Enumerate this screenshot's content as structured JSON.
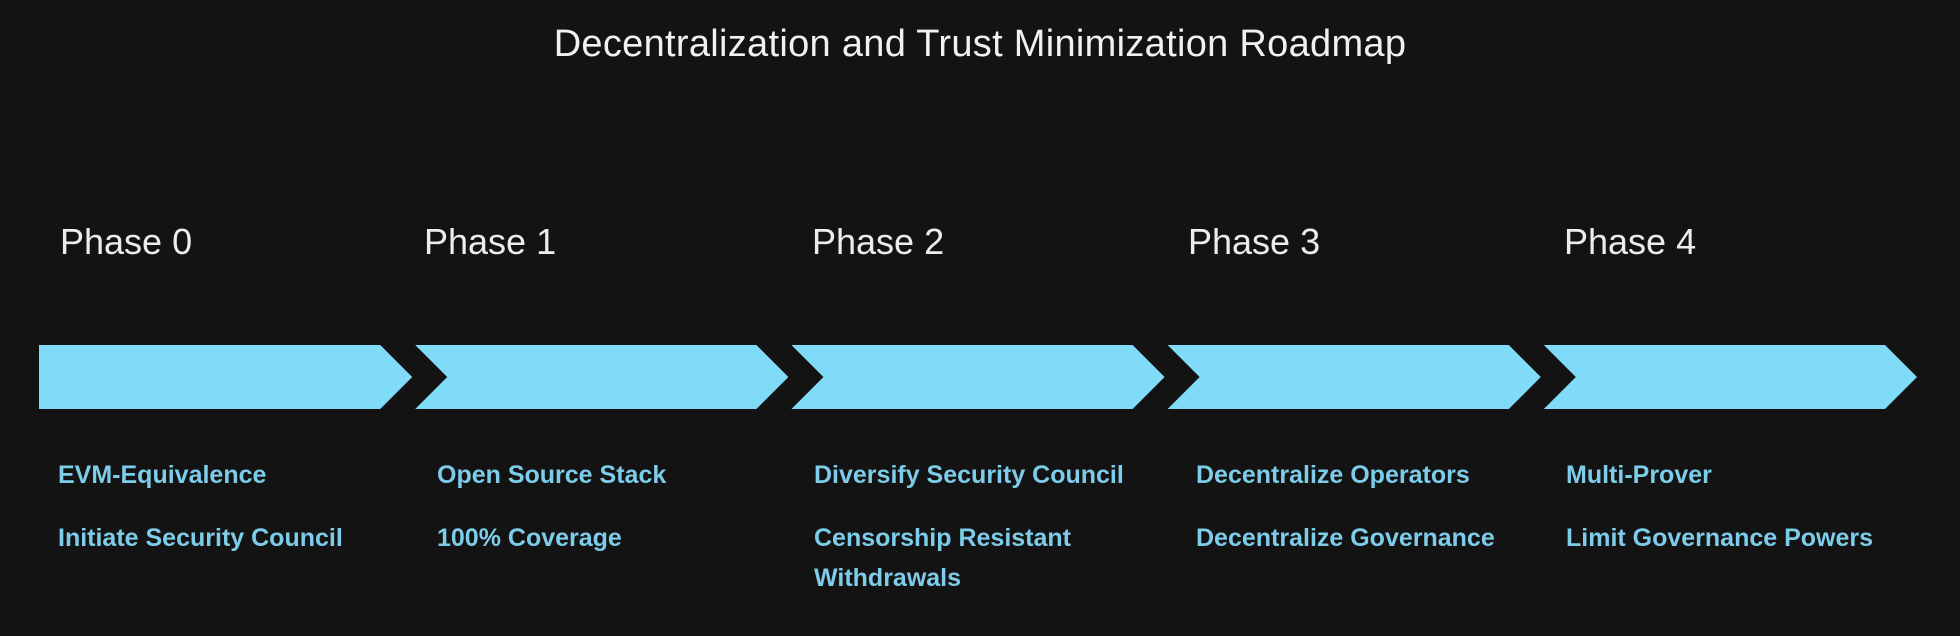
{
  "title": "Decentralization and Trust Minimization Roadmap",
  "colors": {
    "background": "#131313",
    "arrow_fill": "#7fdbf7",
    "bullet_text": "#7cccea",
    "heading_text": "#ededed",
    "title_text": "#f1f1f1"
  },
  "phases": [
    {
      "label": "Phase 0",
      "items": [
        "EVM-Equivalence",
        "Initiate Security Council"
      ]
    },
    {
      "label": "Phase 1",
      "items": [
        "Open Source Stack",
        "100% Coverage"
      ]
    },
    {
      "label": "Phase 2",
      "items": [
        "Diversify Security Council",
        "Censorship Resistant\nWithdrawals"
      ]
    },
    {
      "label": "Phase 3",
      "items": [
        "Decentralize Operators",
        "Decentralize Governance"
      ]
    },
    {
      "label": "Phase 4",
      "items": [
        "Multi-Prover",
        "Limit Governance Powers"
      ]
    }
  ]
}
